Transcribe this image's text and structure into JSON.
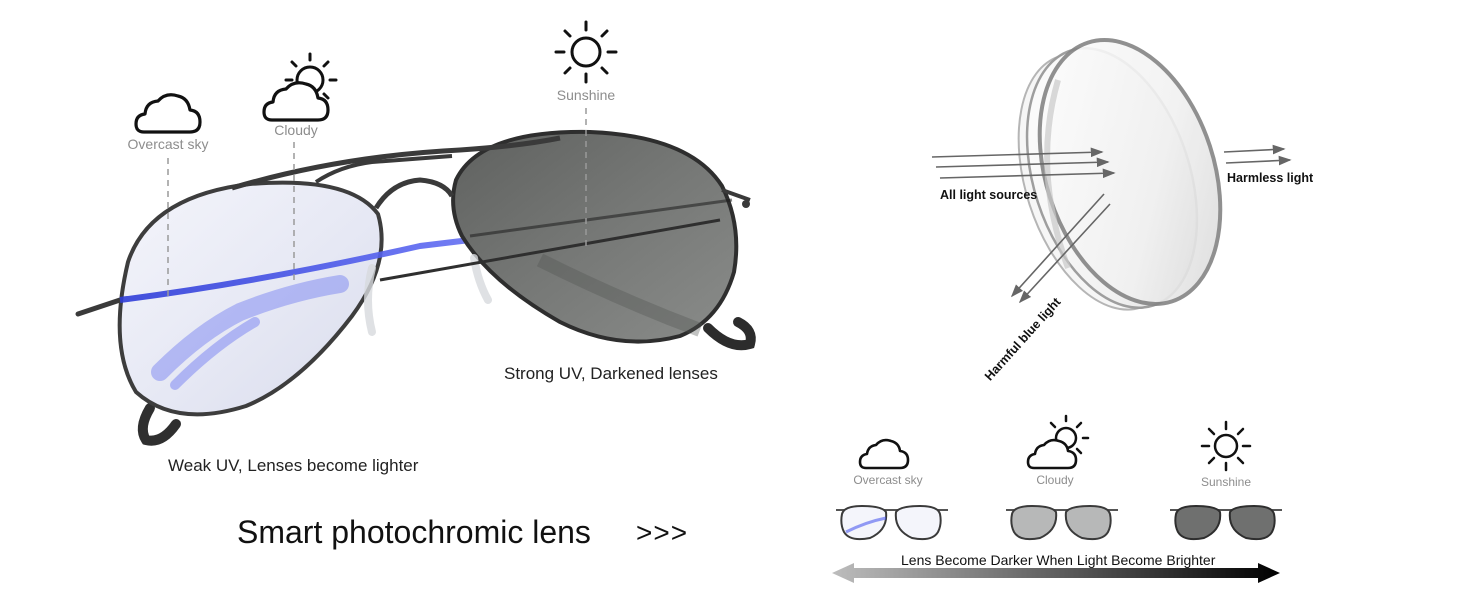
{
  "main_illustration": {
    "weather_labels": {
      "overcast": "Overcast sky",
      "cloudy": "Cloudy",
      "sunshine": "Sunshine"
    },
    "caption_dark": "Strong UV, Darkened lenses",
    "caption_light": "Weak UV, Lenses become lighter"
  },
  "headline": {
    "text": "Smart photochromic lens",
    "arrow": ">>>"
  },
  "lens_diagram": {
    "incoming": "All light sources",
    "outgoing": "Harmless light",
    "reflected": "Harmful blue light"
  },
  "comparison": {
    "items": [
      {
        "label": "Overcast sky"
      },
      {
        "label": "Cloudy"
      },
      {
        "label": "Sunshine"
      }
    ],
    "scale_text": "Lens Become Darker When Light Become Brighter"
  },
  "icons": [
    "cloud-icon",
    "sun-behind-cloud-icon",
    "sun-icon"
  ],
  "colors": {
    "label_gray": "#8d8d8d",
    "frame": "#3a3a3a",
    "dark_lens": "#6b6d6c",
    "light_lens": "#eef0f8",
    "blue_tint": "#4d5cf0"
  }
}
